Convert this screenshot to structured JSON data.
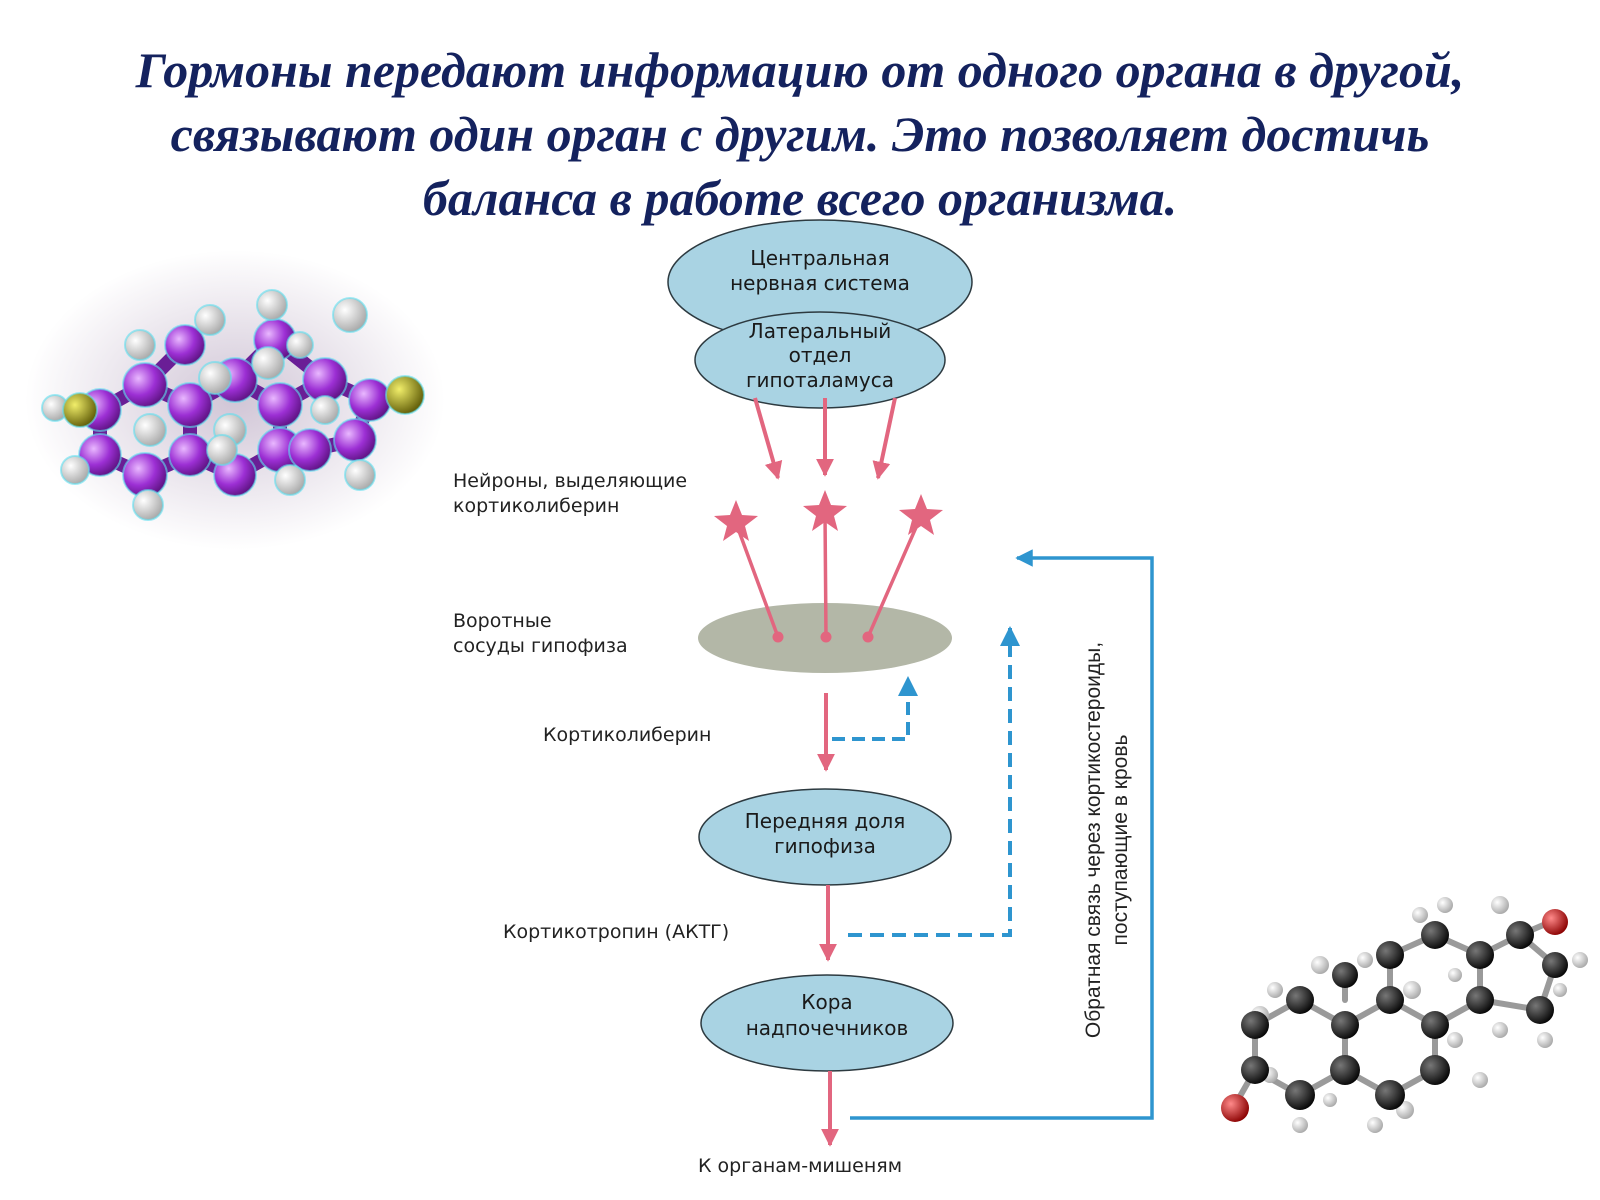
{
  "title": "Гормоны передают информацию от одного органа в другой, связывают один орган с другим. Это позволяет достичь баланса в работе всего организма.",
  "colors": {
    "title": "#14225e",
    "node_fill": "#a9d3e3",
    "node_stroke": "#2d3a40",
    "pink": "#e2667f",
    "blue": "#2e95cf",
    "vessel": "#b3b7a7",
    "molecule_purple": "#9c2fd4",
    "molecule_black": "#1e1e1e",
    "molecule_red": "#d42020"
  },
  "nodes": {
    "cns": [
      "Центральная",
      "нервная система"
    ],
    "hypothalamus": [
      "Латеральный",
      "отдел",
      "гипоталамуса"
    ],
    "anterior_pituitary": [
      "Передняя доля",
      "гипофиза"
    ],
    "adrenal_cortex": [
      "Кора",
      "надпочечников"
    ]
  },
  "labels": {
    "neurons": [
      "Нейроны, выделяющие",
      "кортиколиберин"
    ],
    "portal_vessels": [
      "Воротные",
      "сосуды гипофиза"
    ],
    "corticoliberin": "Кортиколиберин",
    "corticotropin": "Кортикотропин (АКТГ)",
    "target_organs": "К органам-мишеням",
    "feedback": [
      "Обратная связь через кортикостероиды,",
      "поступающие в кровь"
    ]
  },
  "icons": {
    "molecule_left": "molecule-purple-icon",
    "molecule_right": "molecule-steroid-icon"
  }
}
